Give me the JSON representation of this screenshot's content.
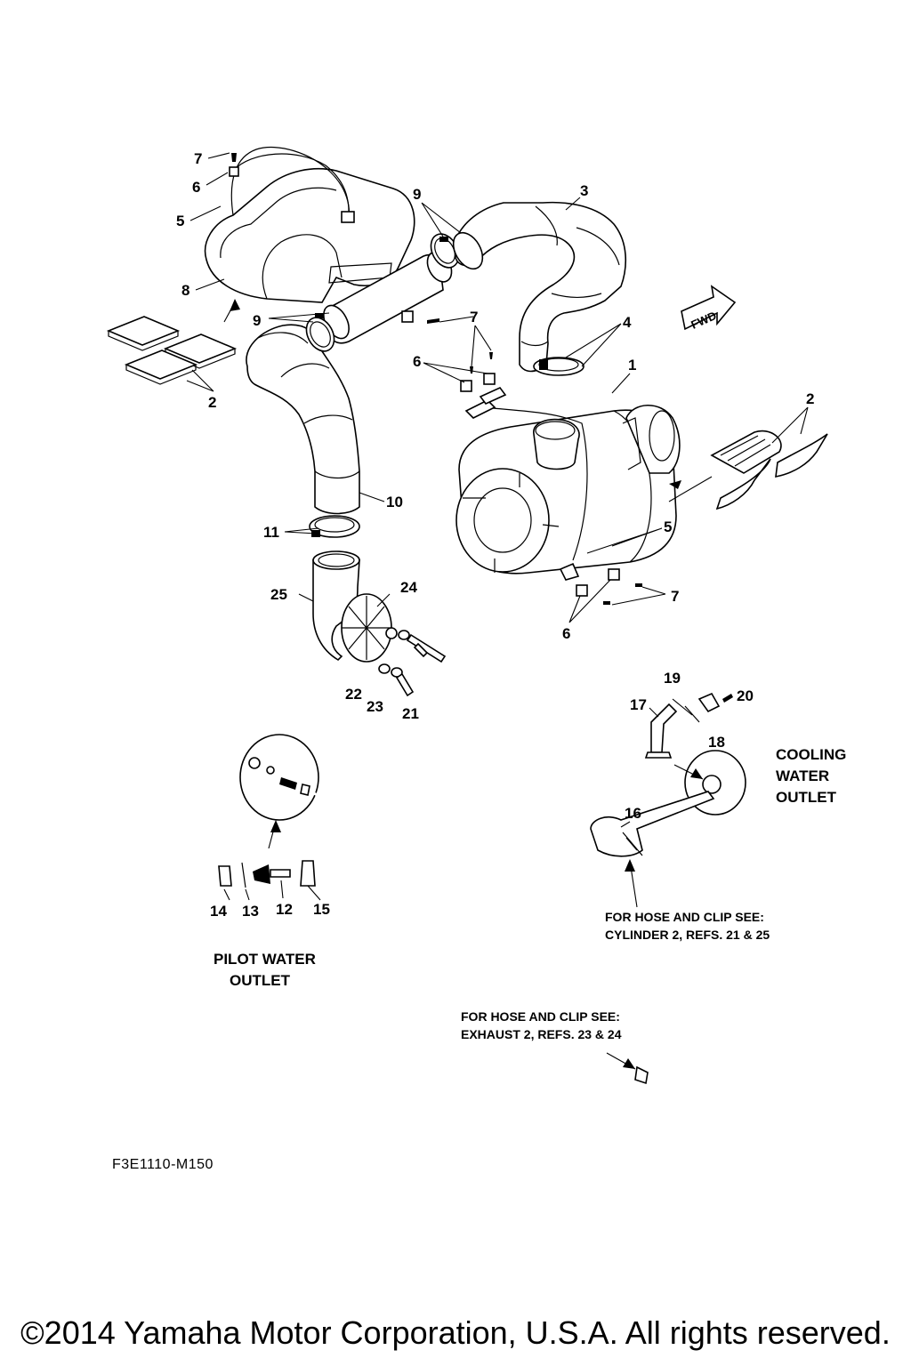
{
  "callouts": {
    "c1": "1",
    "c2a": "2",
    "c2b": "2",
    "c3": "3",
    "c4": "4",
    "c5a": "5",
    "c5b": "5",
    "c6a": "6",
    "c6b": "6",
    "c6c": "6",
    "c7a": "7",
    "c7b": "7",
    "c7c": "7",
    "c8": "8",
    "c9a": "9",
    "c9b": "9",
    "c10": "10",
    "c11": "11",
    "c12": "12",
    "c13": "13",
    "c14": "14",
    "c15": "15",
    "c16": "16",
    "c17": "17",
    "c18": "18",
    "c19": "19",
    "c20": "20",
    "c21": "21",
    "c22": "22",
    "c23": "23",
    "c24": "24",
    "c25": "25"
  },
  "fwd_label": "FWD",
  "cooling_label": [
    "COOLING",
    "WATER",
    "OUTLET"
  ],
  "pilot_label": [
    "PILOT WATER",
    "OUTLET"
  ],
  "note_cylinder": [
    "FOR HOSE AND CLIP SEE:",
    "CYLINDER 2, REFS. 21 & 25"
  ],
  "note_exhaust": [
    "FOR HOSE AND CLIP SEE:",
    "EXHAUST 2, REFS. 23 & 24"
  ],
  "figure_code": "F3E1110-M150",
  "copyright": "©2014 Yamaha Motor Corporation, U.S.A. All rights reserved."
}
